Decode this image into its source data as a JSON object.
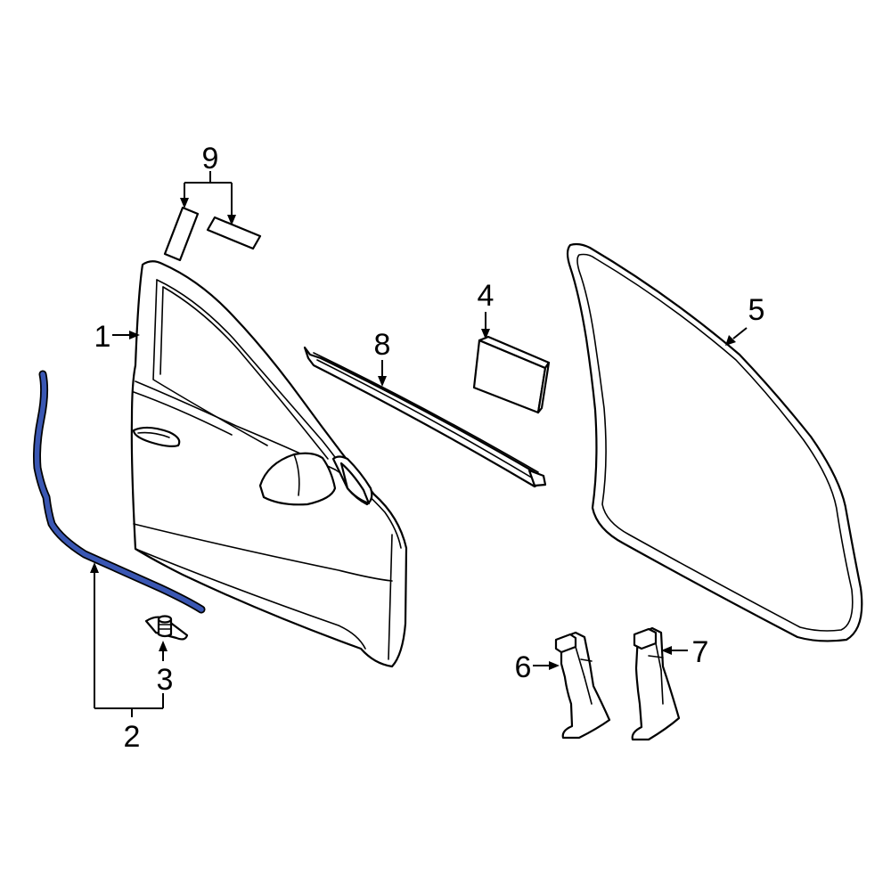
{
  "callouts": {
    "c1": "1",
    "c2": "2",
    "c3": "3",
    "c4": "4",
    "c5": "5",
    "c6": "6",
    "c7": "7",
    "c8": "8",
    "c9": "9"
  },
  "colors": {
    "highlight": "#3a57b3",
    "line": "#000000",
    "background": "#ffffff"
  }
}
